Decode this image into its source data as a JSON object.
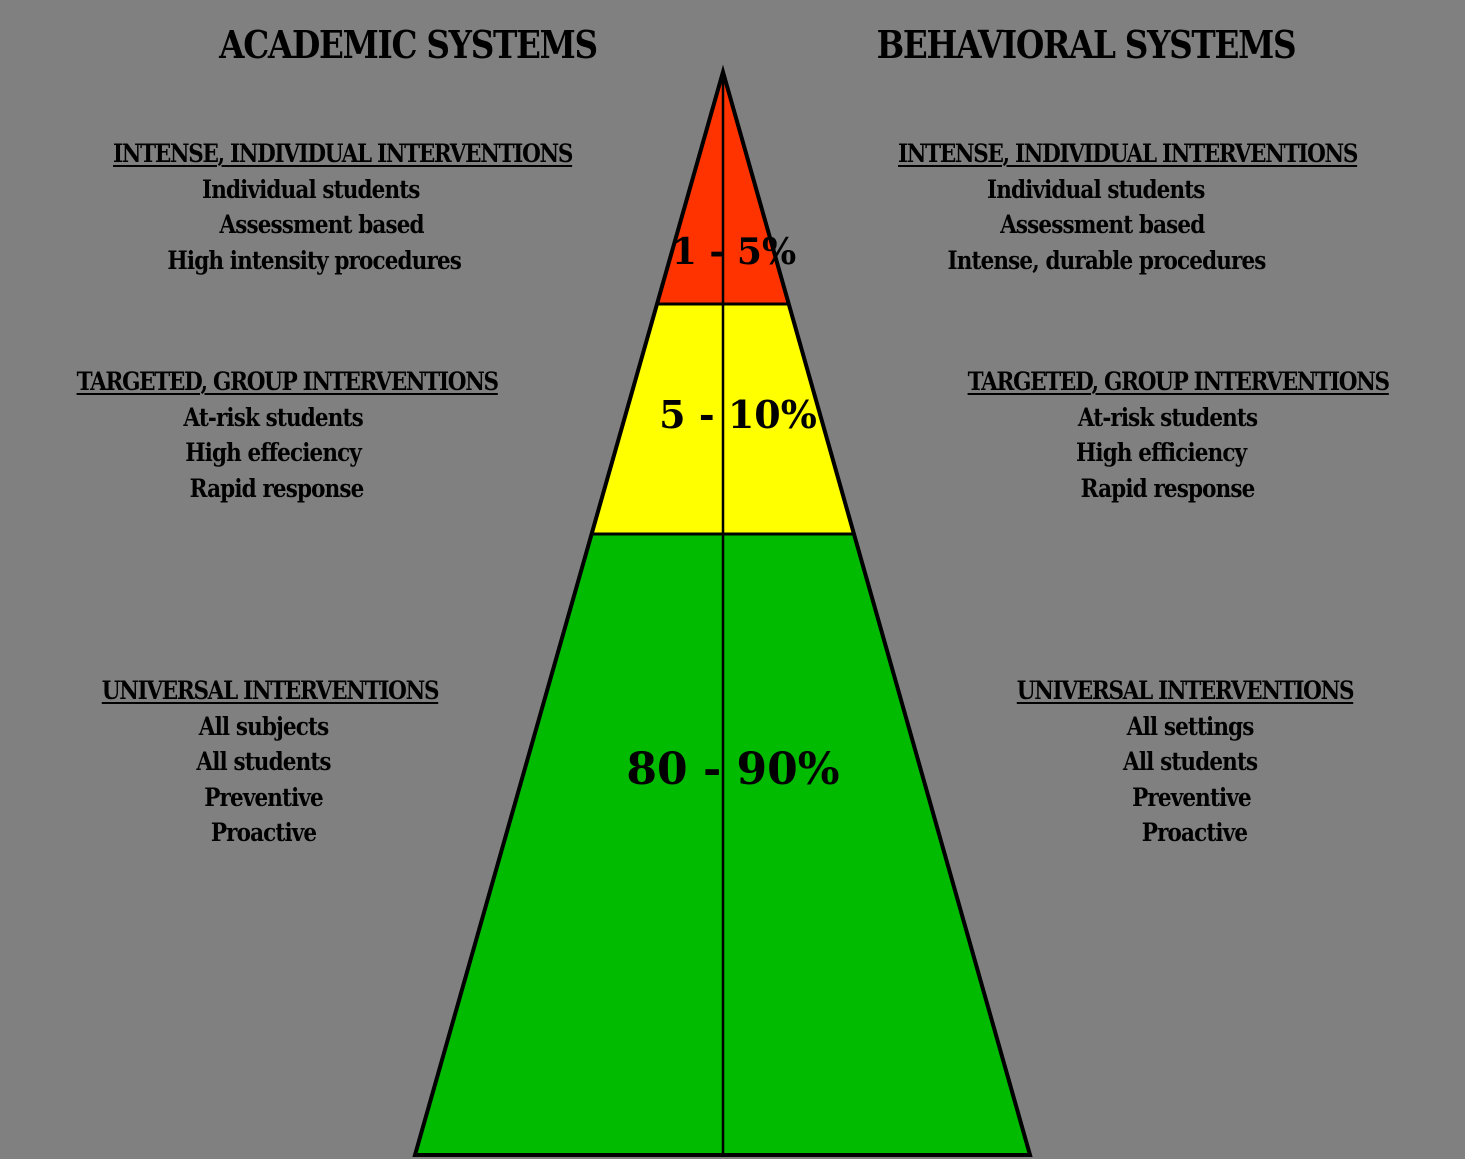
{
  "headers": {
    "academic": "ACADEMIC SYSTEMS",
    "behavioral": "BEHAVIORAL SYSTEMS"
  },
  "academic": {
    "intense": {
      "heading": "INTENSE, INDIVIDUAL INTERVENTIONS",
      "lines": [
        "Individual students",
        "Assessment based",
        "High intensity procedures"
      ]
    },
    "targeted": {
      "heading": "TARGETED, GROUP INTERVENTIONS",
      "lines": [
        "At-risk students",
        "High effeciency",
        "Rapid response"
      ]
    },
    "universal": {
      "heading": "UNIVERSAL INTERVENTIONS",
      "lines": [
        "All subjects",
        "All students",
        "Preventive",
        "Proactive"
      ]
    }
  },
  "behavioral": {
    "intense": {
      "heading": "INTENSE, INDIVIDUAL INTERVENTIONS",
      "lines": [
        "Individual students",
        "Assessment based",
        "Intense, durable procedures"
      ]
    },
    "targeted": {
      "heading": "TARGETED, GROUP INTERVENTIONS",
      "lines": [
        "At-risk students",
        "High efficiency",
        "Rapid response"
      ]
    },
    "universal": {
      "heading": "UNIVERSAL INTERVENTIONS",
      "lines": [
        "All settings",
        "All students",
        "Preventive",
        "Proactive"
      ]
    }
  },
  "pyramid": {
    "top_label": "1 - 5%",
    "middle_label": "5 - 10%",
    "bottom_label": "80 - 90%",
    "colors": {
      "top": "#ff3300",
      "middle": "#ffff00",
      "bottom": "#00bb00",
      "outline": "#000000"
    }
  }
}
